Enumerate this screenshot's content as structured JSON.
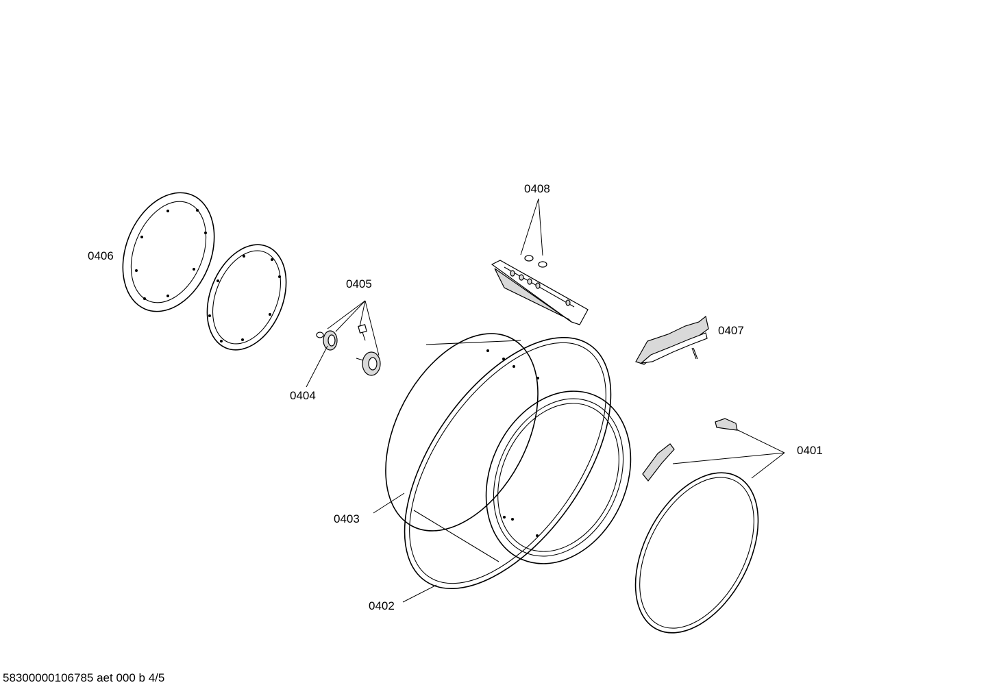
{
  "diagram": {
    "parts": [
      {
        "id": "0401",
        "label": "0401"
      },
      {
        "id": "0402",
        "label": "0402"
      },
      {
        "id": "0403",
        "label": "0403"
      },
      {
        "id": "0404",
        "label": "0404"
      },
      {
        "id": "0405",
        "label": "0405"
      },
      {
        "id": "0406",
        "label": "0406"
      },
      {
        "id": "0407",
        "label": "0407"
      },
      {
        "id": "0408",
        "label": "0408"
      }
    ]
  },
  "footer": {
    "text": "58300000106785 aet 000 b 4/5"
  }
}
